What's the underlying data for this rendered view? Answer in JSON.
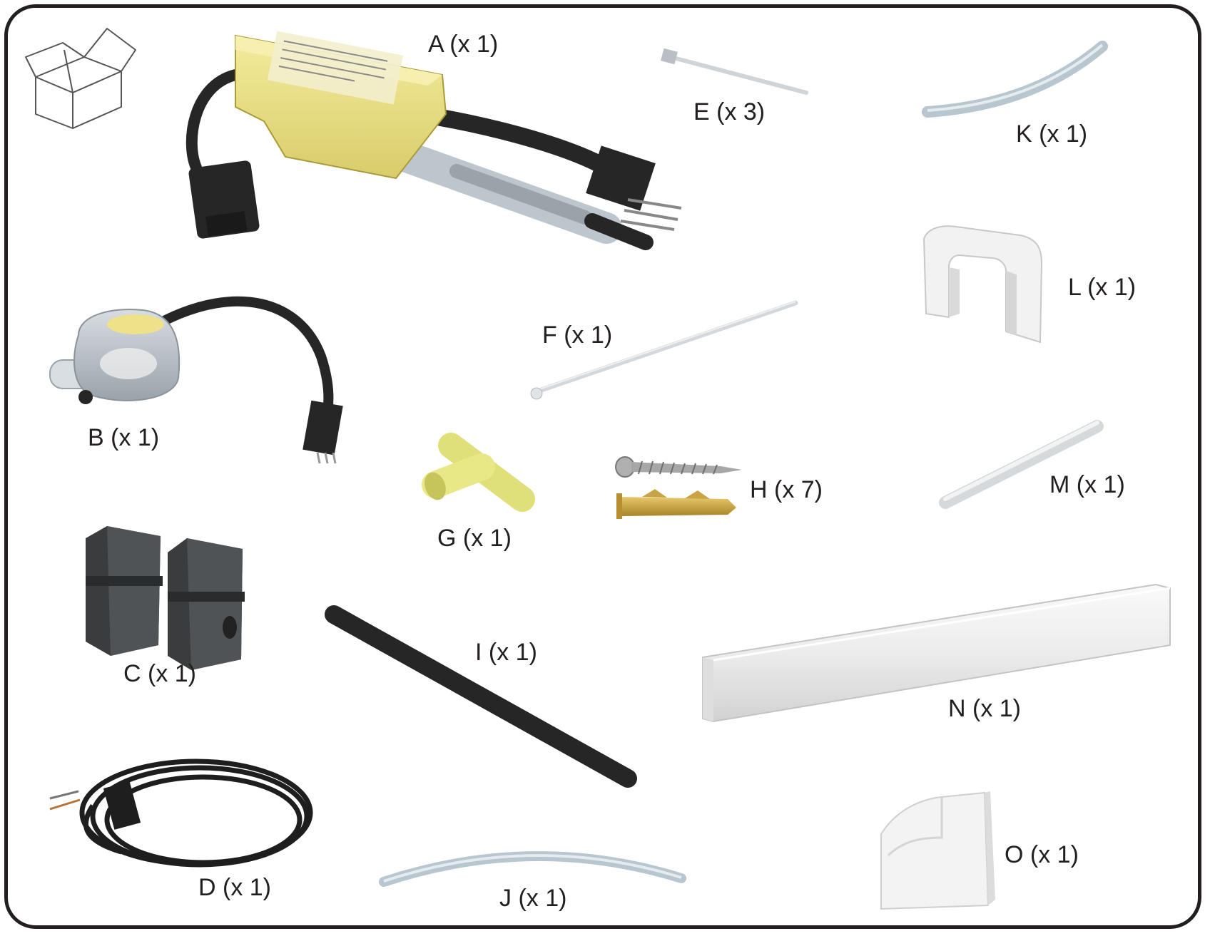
{
  "colors": {
    "outline": "#231f20",
    "pump_yellow": "#ede28a",
    "black_part": "#262626",
    "tube": "#c7d6de",
    "white_part": "#f0f0f0",
    "brass": "#c9a445",
    "screw": "#a8a8a8"
  },
  "icons": {
    "box": "open-box-icon"
  },
  "parts": [
    {
      "id": "A",
      "label": "A (x 1)",
      "icon": "pump-unit-icon"
    },
    {
      "id": "B",
      "label": "B (x 1)",
      "icon": "float-sensor-icon"
    },
    {
      "id": "C",
      "label": "C (x 1)",
      "icon": "mounting-clips-icon"
    },
    {
      "id": "D",
      "label": "D (x 1)",
      "icon": "power-cable-icon"
    },
    {
      "id": "E",
      "label": "E (x 3)",
      "icon": "small-cable-tie-icon"
    },
    {
      "id": "F",
      "label": "F (x 1)",
      "icon": "long-cable-tie-icon"
    },
    {
      "id": "G",
      "label": "G (x 1)",
      "icon": "t-connector-icon"
    },
    {
      "id": "H",
      "label": "H (x 7)",
      "icon": "screw-and-anchor-icon"
    },
    {
      "id": "I",
      "label": "I (x 1)",
      "icon": "insulation-tube-icon"
    },
    {
      "id": "J",
      "label": "J (x 1)",
      "icon": "clear-hose-icon"
    },
    {
      "id": "K",
      "label": "K (x 1)",
      "icon": "short-hose-icon"
    },
    {
      "id": "L",
      "label": "L (x 1)",
      "icon": "trunking-coupler-icon"
    },
    {
      "id": "M",
      "label": "M (x 1)",
      "icon": "cover-strip-icon"
    },
    {
      "id": "N",
      "label": "N (x 1)",
      "icon": "trunking-icon"
    },
    {
      "id": "O",
      "label": "O (x 1)",
      "icon": "elbow-piece-icon"
    }
  ]
}
